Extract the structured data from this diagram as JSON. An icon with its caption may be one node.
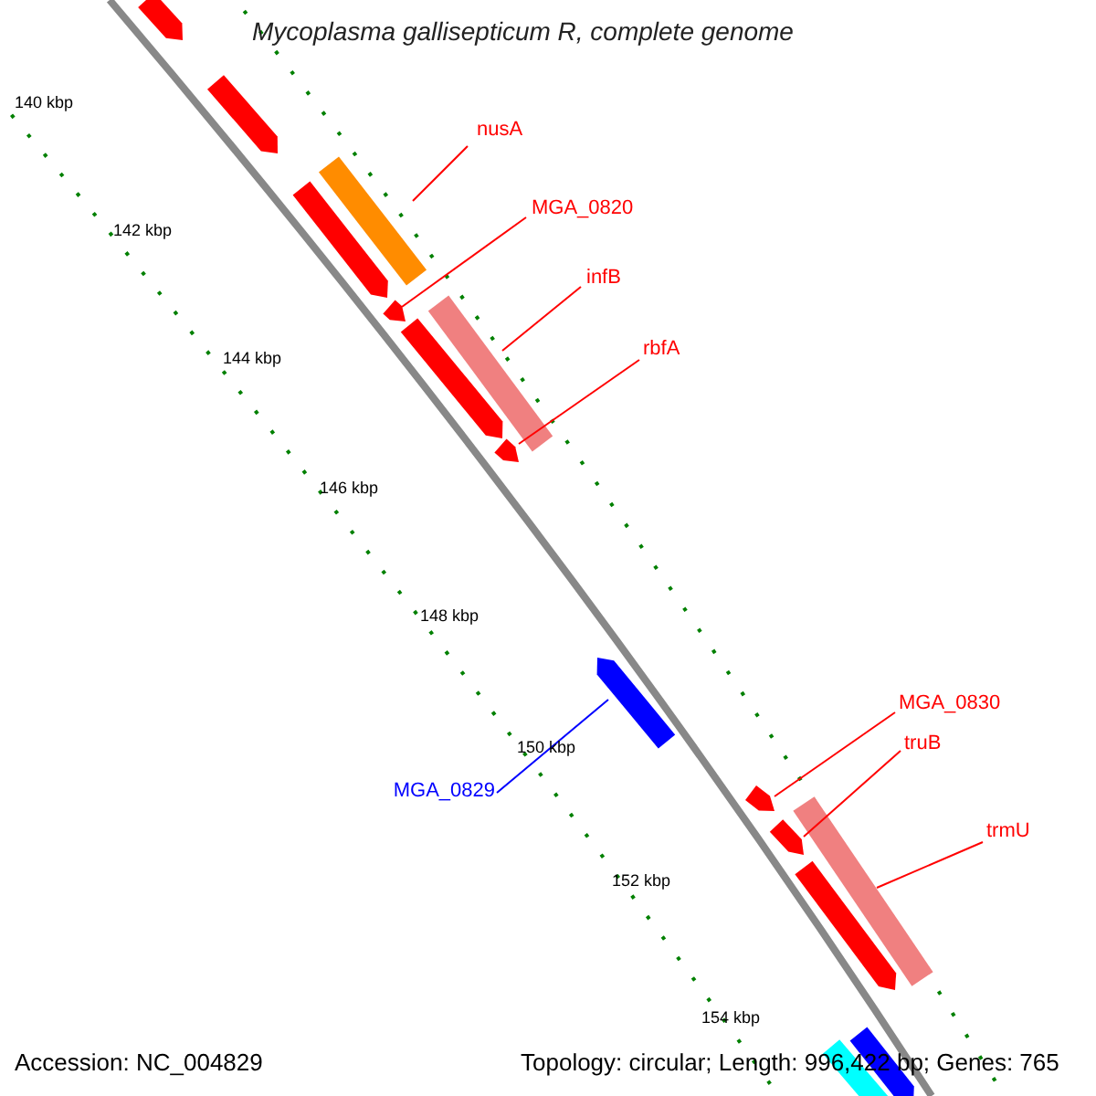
{
  "diagram": {
    "title": "Mycoplasma gallisepticum R, complete genome",
    "nodes": [
      {
        "text": [],
        "shape": "arrow"
      },
      {
        "text": [],
        "shape": "arrow"
      },
      {
        "text": [],
        "shape": "bar"
      },
      {
        "text": [],
        "shape": "arrow"
      },
      {
        "text": [],
        "shape": "arrow"
      },
      {
        "text": [],
        "shape": "bar"
      },
      {
        "text": [],
        "shape": "arrow"
      },
      {
        "text": [],
        "shape": "arrow"
      },
      {
        "text": [],
        "shape": "arrow"
      },
      {
        "text": [],
        "shape": "arrow"
      },
      {
        "text": [],
        "shape": "arrow"
      },
      {
        "text": [],
        "shape": "bar"
      },
      {
        "text": [],
        "shape": "arrow"
      },
      {
        "text": [],
        "shape": "arrow"
      },
      {
        "text": [],
        "shape": "bar"
      },
      {
        "text": [
          "nusA"
        ]
      },
      {
        "text": [
          "MGA_0820"
        ]
      },
      {
        "text": [
          "infB"
        ]
      },
      {
        "text": [
          "rbfA"
        ]
      },
      {
        "text": [
          "MGA_0829"
        ]
      },
      {
        "text": [
          "MGA_0830"
        ]
      },
      {
        "text": [
          "truB"
        ]
      },
      {
        "text": [
          "trmU"
        ]
      }
    ],
    "edges": [
      {
        "from": 15,
        "to": 2,
        "arrow": "none"
      },
      {
        "from": 16,
        "to": 4,
        "arrow": "none"
      },
      {
        "from": 17,
        "to": 5,
        "arrow": "none"
      },
      {
        "from": 18,
        "to": 7,
        "arrow": "none"
      },
      {
        "from": 19,
        "to": 8,
        "arrow": "none",
        "color": "#0000ff"
      },
      {
        "from": 20,
        "to": 9,
        "arrow": "none"
      },
      {
        "from": 21,
        "to": 10,
        "arrow": "none"
      },
      {
        "from": 22,
        "to": 11,
        "arrow": "none"
      }
    ],
    "labels": [
      "140 kbp",
      "142 kbp",
      "144 kbp",
      "146 kbp",
      "148 kbp",
      "150 kbp",
      "152 kbp",
      "154 kbp",
      "Accession: NC_004829",
      "Topology: circular; Length: 996,422 bp; Genes: 765"
    ]
  }
}
